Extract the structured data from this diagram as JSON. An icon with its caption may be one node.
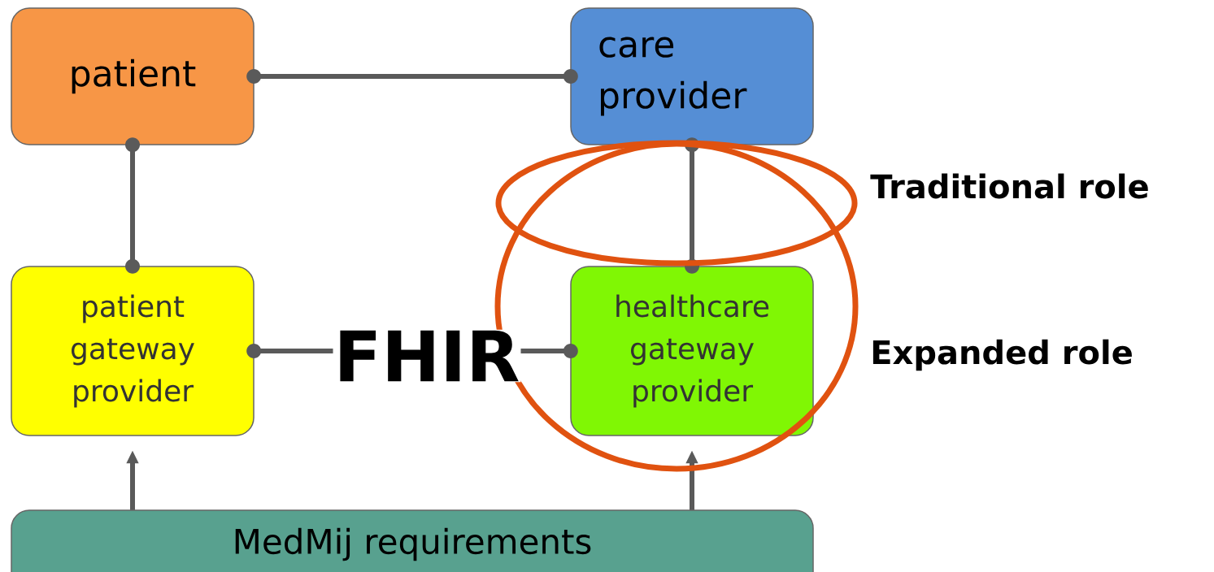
{
  "diagram": {
    "nodes": [
      {
        "text": [
          "patient"
        ]
      },
      {
        "text": [
          "care provider"
        ]
      },
      {
        "text": [
          "patient gateway provider"
        ]
      },
      {
        "text": [
          "healthcare gateway provider"
        ]
      },
      {
        "text": [
          "MedMij requirements"
        ]
      }
    ],
    "edges": [
      {
        "from": 0,
        "to": 1,
        "arrow": "other"
      },
      {
        "from": 0,
        "to": 2,
        "arrow": "other"
      },
      {
        "from": 1,
        "to": 3,
        "arrow": "other"
      },
      {
        "from": 2,
        "to": 3,
        "arrow": "other",
        "label": "FHIR"
      },
      {
        "from": 4,
        "to": 2,
        "arrow": "to"
      },
      {
        "from": 4,
        "to": 3,
        "arrow": "to"
      }
    ],
    "labels": [
      "Traditional role",
      "Expanded role"
    ]
  }
}
